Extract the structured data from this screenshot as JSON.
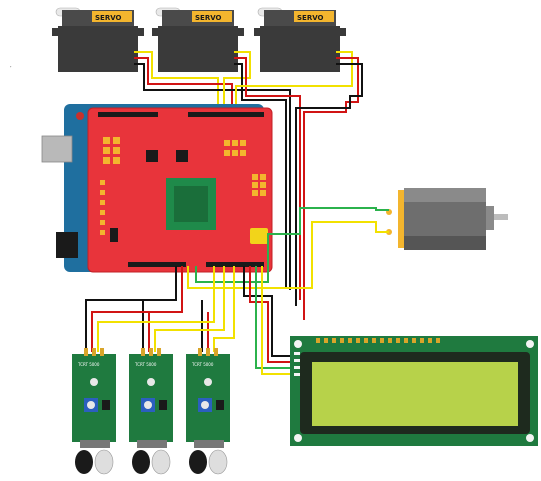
{
  "servos": [
    {
      "label": "SERVO"
    },
    {
      "label": "SERVO"
    },
    {
      "label": "SERVO"
    }
  ],
  "shield": {
    "brand": "",
    "colors": {
      "board": "#e8343b",
      "arduino": "#1f6f9f",
      "chip": "#1f8a4a"
    }
  },
  "ir_sensors": [
    {
      "label": "TCRT 5000"
    },
    {
      "label": "TCRT 5000"
    },
    {
      "label": "TCRT 5000"
    }
  ],
  "lcd": {
    "colors": {
      "pcb": "#1f7a3f",
      "screen": "#b7d24a",
      "bezel": "#1e2a1e"
    }
  },
  "wire_colors": {
    "signal": "#f2e100",
    "power": "#d11414",
    "ground": "#111111",
    "green": "#2bb24c"
  },
  "icons": [
    "servo-motor-icon",
    "dc-motor-icon",
    "ir-sensor-icon",
    "lcd-display-icon"
  ]
}
